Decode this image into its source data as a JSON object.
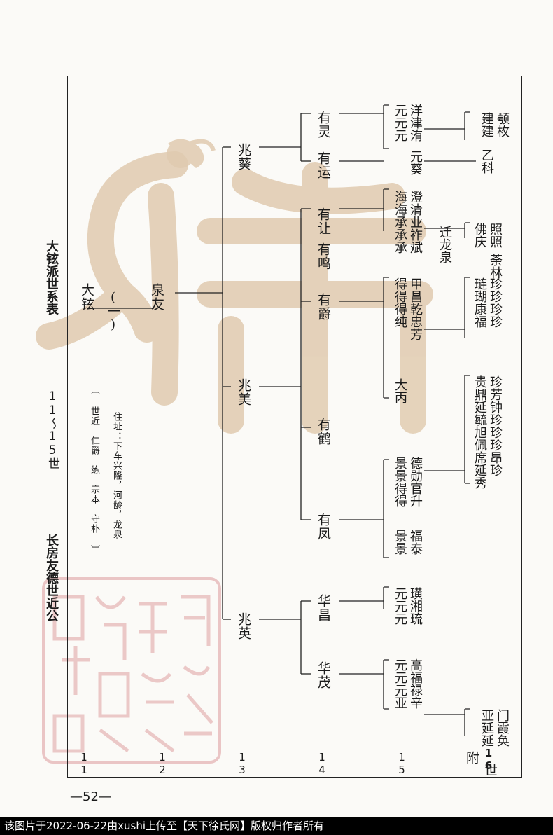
{
  "header": {
    "title_left": "长房友德世近公",
    "title_mid": "11～15世",
    "title_right": "大铉派世系表"
  },
  "notes": {
    "line1": "〔 世近　仁爵　练　宗本　守朴 〕",
    "line2": "住址：下车兴隆，河龄，龙泉"
  },
  "generations": [
    "11",
    "12",
    "13",
    "14",
    "15"
  ],
  "appendix": {
    "fu": "附",
    "num": "16",
    "shi": "世"
  },
  "tree": {
    "root": "大铉",
    "root_note": "(一)",
    "gen12": "泉友",
    "gen13": [
      "兆英",
      "兆美",
      "兆葵"
    ],
    "gen14": [
      "华茂",
      "华昌",
      "有凤",
      "有鹤",
      "有爵",
      "有鸣",
      "有让",
      "有运",
      "有灵"
    ],
    "gen15": [
      "元元元亚",
      "高福禄辛",
      "元元元",
      "璜湘琉",
      "景景",
      "福泰",
      "景景得得",
      "德勋官升",
      "大丙",
      "得得得纯",
      "甲昌乾忠芳",
      "海海承承承",
      "澄清业祚斌",
      "迁龙泉",
      "元葵",
      "元元元",
      "洋津洧"
    ],
    "gen16": [
      "亚延延",
      "门霞奂",
      "贵鼎延毓旭佩席延秀",
      "珍芳钟珍珍珍昂珍",
      "琏瑚康福",
      "珍珍珍珍",
      "佛庆",
      "照照",
      "荼林",
      "乙科",
      "建建",
      "颚枚"
    ]
  },
  "page_number": "—52—",
  "footer": "该图片于2022-06-22由xushi上传至【天下徐氏网】版权归作者所有",
  "colors": {
    "watermark": "#e0cbb0",
    "seal": "#e6b8b8",
    "ink": "#1b1b1b"
  }
}
